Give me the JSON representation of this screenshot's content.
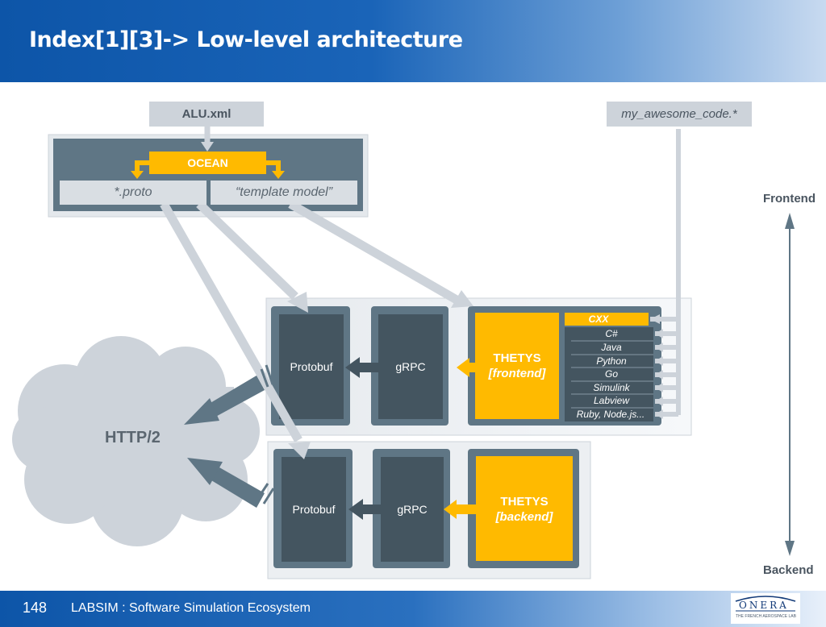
{
  "slide": {
    "title": "Index[1][3]-> Low-level architecture",
    "page_number": "148",
    "footer": "LABSIM : Software Simulation Ecosystem",
    "logo": {
      "name": "ONERA",
      "tagline": "THE FRENCH AEROSPACE LAB"
    }
  },
  "diagram": {
    "inputs": {
      "alu_xml": "ALU.xml",
      "user_code": "my_awesome_code.*"
    },
    "ocean": {
      "label": "OCEAN",
      "proto": "*.proto",
      "template_model": "“template model”"
    },
    "frontend": {
      "protobuf": "Protobuf",
      "grpc": "gRPC",
      "thetys": "THETYS",
      "thetys_role": "[frontend]",
      "languages": [
        "CXX",
        "C#",
        "Java",
        "Python",
        "Go",
        "Simulink",
        "Labview",
        "Ruby, Node.js..."
      ]
    },
    "backend": {
      "protobuf": "Protobuf",
      "grpc": "gRPC",
      "thetys": "THETYS",
      "thetys_role": "[backend]"
    },
    "network": "HTTP/2",
    "axis": {
      "top": "Frontend",
      "bottom": "Backend"
    }
  },
  "colors": {
    "header_blue": "#0d55a8",
    "dark_slate": "#445560",
    "panel_slate": "#5f7685",
    "light_grey": "#cdd3da",
    "yellow": "#ffba00"
  }
}
